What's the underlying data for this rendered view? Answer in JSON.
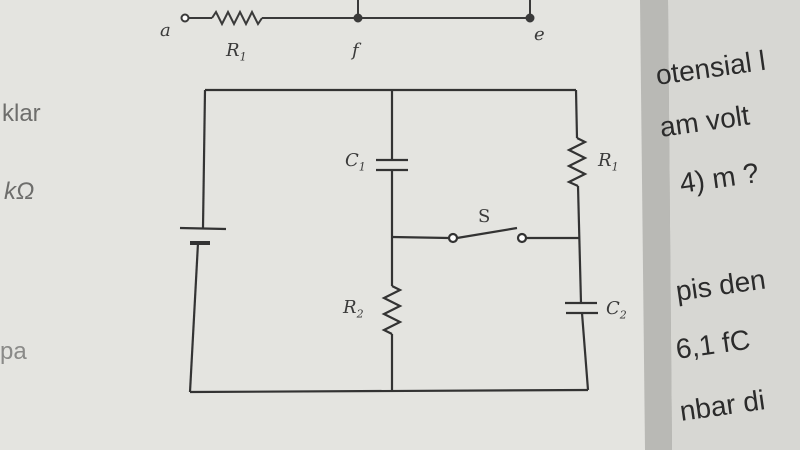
{
  "top_circuit": {
    "node_a": "a",
    "node_f": "f",
    "node_e": "e",
    "resistor_label": "R",
    "resistor_sub": "1"
  },
  "main_circuit": {
    "c1_label": "C",
    "c1_sub": "1",
    "r1_label": "R",
    "r1_sub": "1",
    "switch_label": "S",
    "r2_label": "R",
    "r2_sub": "2",
    "c2_label": "C",
    "c2_sub": "2"
  },
  "left_page_fragments": [
    "klar",
    "kΩ",
    "pa"
  ],
  "right_page_fragments": [
    "otensial l",
    "am volt",
    "4) m ?",
    "pis den",
    "6,1  fC",
    "nbar di"
  ],
  "colors": {
    "paper": "#e7e7e3",
    "right_page": "#dadad6",
    "ink": "#333333"
  }
}
